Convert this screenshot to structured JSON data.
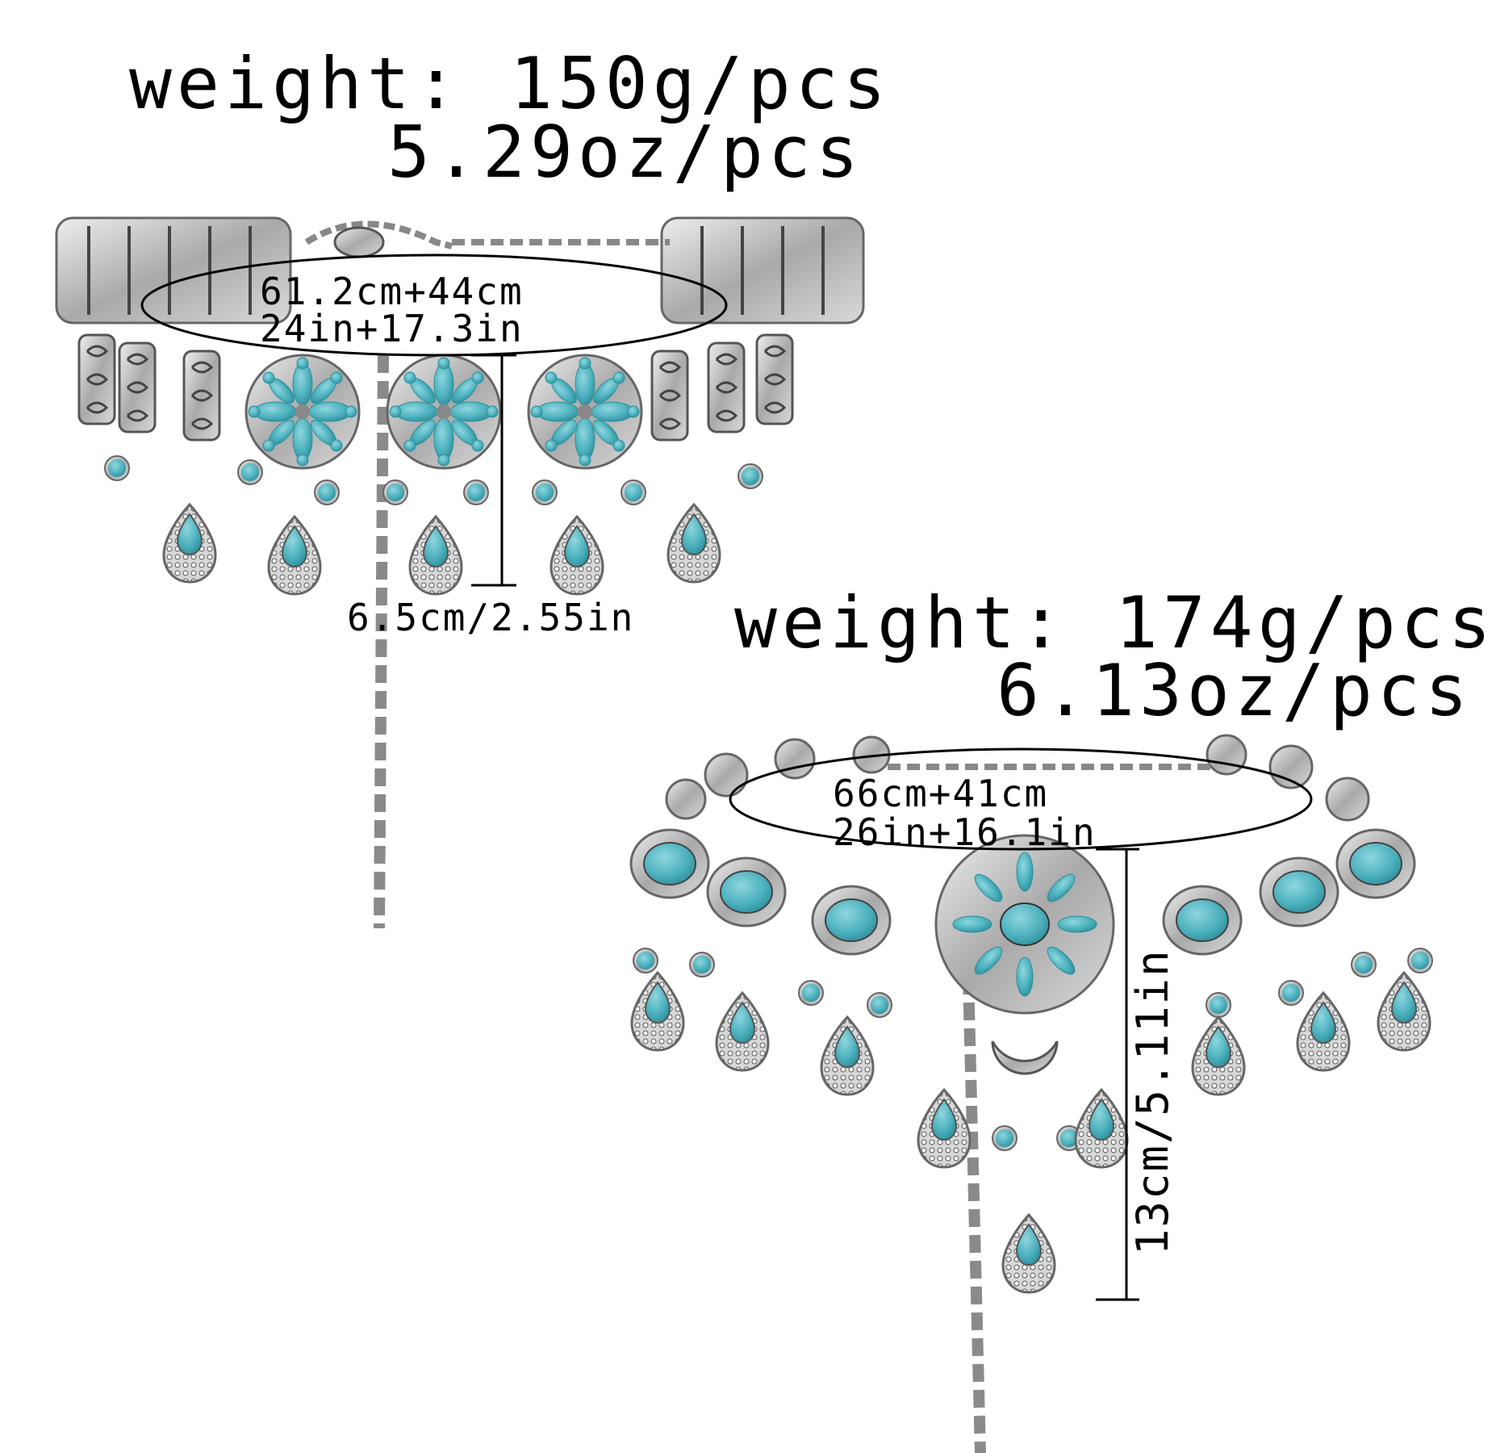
{
  "colors": {
    "turquoise": "#4fb3c0",
    "turquoise_dark": "#2f8f9c",
    "silver": "#b8b8b8",
    "silver_dark": "#6f6f6f",
    "text": "#000000"
  },
  "product1": {
    "weight_g": "weight: 150g/pcs",
    "weight_oz": "5.29oz/pcs",
    "length_cm": "61.2cm+44cm",
    "length_in": "24in+17.3in",
    "height": "6.5cm/2.55in"
  },
  "product2": {
    "weight_g": "weight: 174g/pcs",
    "weight_oz": "6.13oz/pcs",
    "length_cm": "66cm+41cm",
    "length_in": "26in+16.1in",
    "height": "13cm/5.11in"
  }
}
